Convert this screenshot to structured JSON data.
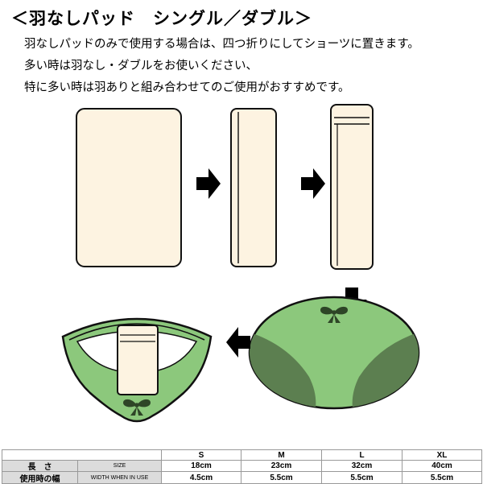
{
  "title": "＜羽なしパッド　シングル／ダブル＞",
  "instructions": {
    "line1": "羽なしパッドのみで使用する場合は、四つ折りにしてショーツに置きます。",
    "line2": "多い時は羽なし・ダブルをお使いください、",
    "line3": "特に多い時は羽ありと組み合わせてのご使用がおすすめです。"
  },
  "diagram": {
    "steps": [
      "pad-unfolded",
      "pad-folded-in-half",
      "pad-folded-in-quarters",
      "shorts-back-view",
      "shorts-front-view-with-pad-placed"
    ],
    "icons": [
      "arrow-right-icon",
      "arrow-right-icon",
      "arrow-down-icon",
      "arrow-left-icon",
      "ribbon-bow-icon"
    ]
  },
  "colors": {
    "pad": "#fdf3e1",
    "outline": "#111111",
    "shorts_green": "#8cc87c",
    "shorts_dark_green": "#5c7f50",
    "bow": "#2e4527",
    "arrow": "#000000",
    "table_label_bg": "#dcdcdc",
    "table_border": "#999999"
  },
  "table": {
    "columns": [
      "S",
      "M",
      "L",
      "XL"
    ],
    "rows": [
      {
        "label_jp": "長　さ",
        "label_en": "SIZE",
        "values": [
          "18cm",
          "23cm",
          "32cm",
          "40cm"
        ]
      },
      {
        "label_jp": "使用時の幅",
        "label_en": "WIDTH WHEN IN USE",
        "values": [
          "4.5cm",
          "5.5cm",
          "5.5cm",
          "5.5cm"
        ]
      }
    ]
  }
}
